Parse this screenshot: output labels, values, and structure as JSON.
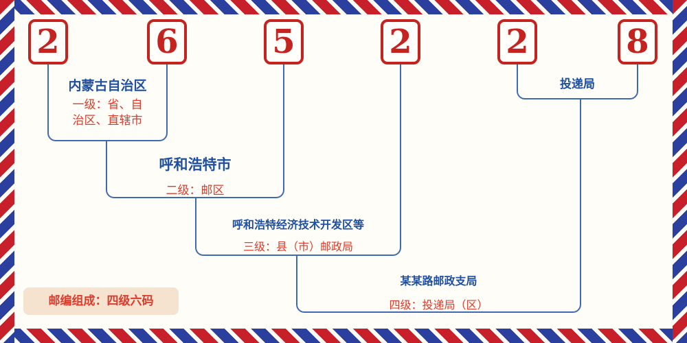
{
  "postal_code": {
    "digits": [
      "2",
      "6",
      "5",
      "2",
      "2",
      "8"
    ]
  },
  "levels": {
    "level1": {
      "name": "内蒙古自治区",
      "desc_line1": "一级：省、自",
      "desc_line2": "治区、直辖市"
    },
    "level2": {
      "name": "呼和浩特市",
      "desc": "二级：邮区"
    },
    "level3": {
      "name": "呼和浩特经济技术开发区等",
      "desc": "三级：县（市）邮政局"
    },
    "level4": {
      "name": "某某路邮政支局",
      "desc": "四级：投递局（区）"
    },
    "delivery": {
      "name": "投递局"
    }
  },
  "footer": {
    "note": "邮编组成：四级六码"
  },
  "colors": {
    "digit_red": "#c4231f",
    "stripe_red": "#c8202b",
    "stripe_blue": "#2b3f9e",
    "line_blue": "#3f6ab2",
    "label_blue": "#1e4fa1",
    "label_red": "#dd3b2c",
    "chip_bg": "#f6e3cf"
  }
}
